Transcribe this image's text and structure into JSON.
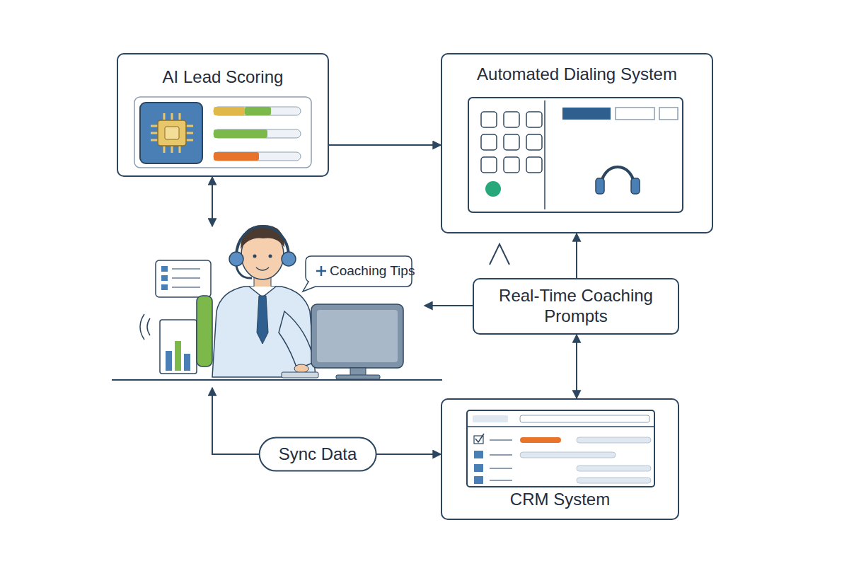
{
  "diagram": {
    "nodes": [
      {
        "text": [
          "AI Lead Scoring"
        ]
      },
      {
        "text": [
          "Automated Dialing System"
        ]
      },
      {
        "text": [
          "Coaching Tips"
        ]
      },
      {
        "text": [
          "Real-Time Coaching Prompts"
        ]
      },
      {
        "text": [
          "CRM System"
        ]
      }
    ],
    "edges": [
      {
        "from": 0,
        "to": 1,
        "arrow": "to"
      },
      {
        "from": 0,
        "to": 2,
        "arrow": "both"
      },
      {
        "from": 3,
        "to": 1,
        "arrow": "to"
      },
      {
        "from": 3,
        "to": 2,
        "arrow": "to"
      },
      {
        "from": 3,
        "to": 4,
        "arrow": "both"
      },
      {
        "from": 2,
        "to": 4,
        "label": "Sync Data",
        "arrow": "both"
      }
    ]
  }
}
